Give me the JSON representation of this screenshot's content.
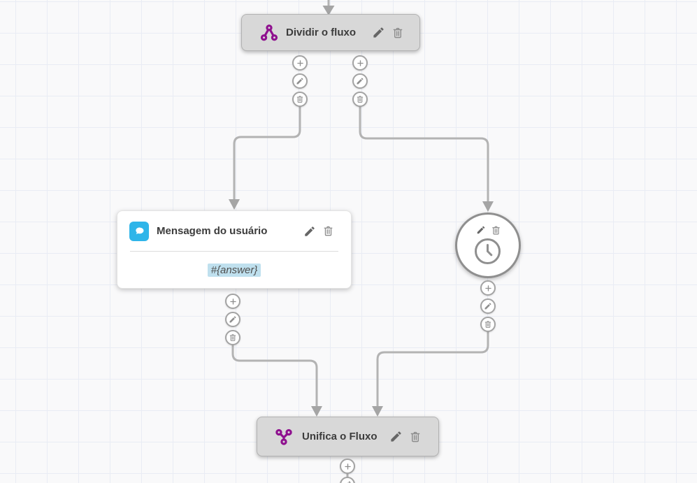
{
  "flow": {
    "split_node": {
      "title": "Dividir o fluxo",
      "icon": "branch-split-icon"
    },
    "user_message_node": {
      "title": "Mensagem do usuário",
      "variable": "#{answer}",
      "icon": "chat-bubble-icon"
    },
    "timer_node": {
      "icon": "clock-icon"
    },
    "merge_node": {
      "title": "Unifica o Fluxo",
      "icon": "branch-merge-icon"
    }
  },
  "connector_actions": {
    "add": "add-step",
    "edit": "edit-connector",
    "delete": "delete-connector"
  },
  "colors": {
    "accent_purple": "#8f118f",
    "accent_blue": "#2fb5e9",
    "variable_highlight": "#bfe0ee",
    "connector_gray": "#b3b3b3",
    "node_gray": "#d8d8d8"
  }
}
